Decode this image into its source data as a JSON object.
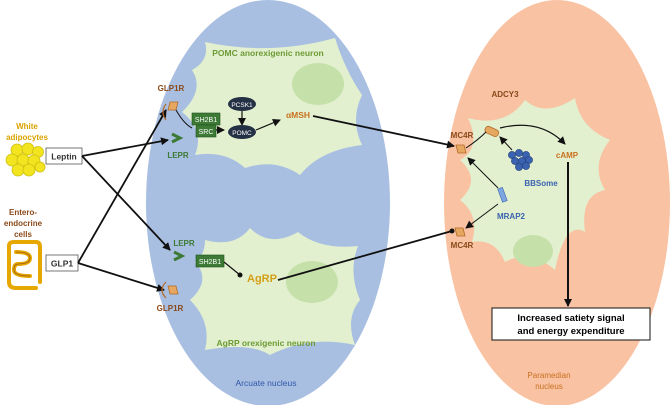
{
  "regions": {
    "arcuate_label": "Arcuate nucleus",
    "paramedian_line1": "Paramedian",
    "paramedian_line2": "nucleus"
  },
  "neurons": {
    "pomc": "POMC anorexigenic neuron",
    "agrp": "AgRP orexigenic neuron"
  },
  "sources": {
    "white_adipocytes_line1": "White",
    "white_adipocytes_line2": "adipocytes",
    "enteroendocrine_line1": "Entero-",
    "enteroendocrine_line2": "endocrine",
    "enteroendocrine_line3": "cells"
  },
  "hormones": {
    "leptin": "Leptin",
    "glp1": "GLP1"
  },
  "receptors": {
    "glp1r_top": "GLP1R",
    "lepr_top": "LEPR",
    "lepr_bottom": "LEPR",
    "glp1r_bottom": "GLP1R",
    "mc4r_top": "MC4R",
    "mc4r_bottom": "MC4R"
  },
  "signaling": {
    "sh2b1_top": "SH2B1",
    "src": "SRC",
    "pcsk1": "PCSK1",
    "pomc": "POMC",
    "amsh": "αMSH",
    "sh2b1_bottom": "SH2B1",
    "agrp": "AgRP",
    "adcy3": "ADCY3",
    "bbsome": "BBSome",
    "camp": "cAMP",
    "mrap2": "MRAP2"
  },
  "outcome": {
    "line1": "Increased satiety signal",
    "line2": "and energy expenditure"
  },
  "colors": {
    "arcuate": "#a9bfe2",
    "paramedian": "#f9c2a3",
    "neuron": "#e2f0cf",
    "nucleus": "#c6e0aa",
    "green_text": "#6d9a35",
    "orange_text": "#c9711f",
    "blue_text": "#3a62b0",
    "green_box": "#3c7a35",
    "oval": "#243044"
  }
}
